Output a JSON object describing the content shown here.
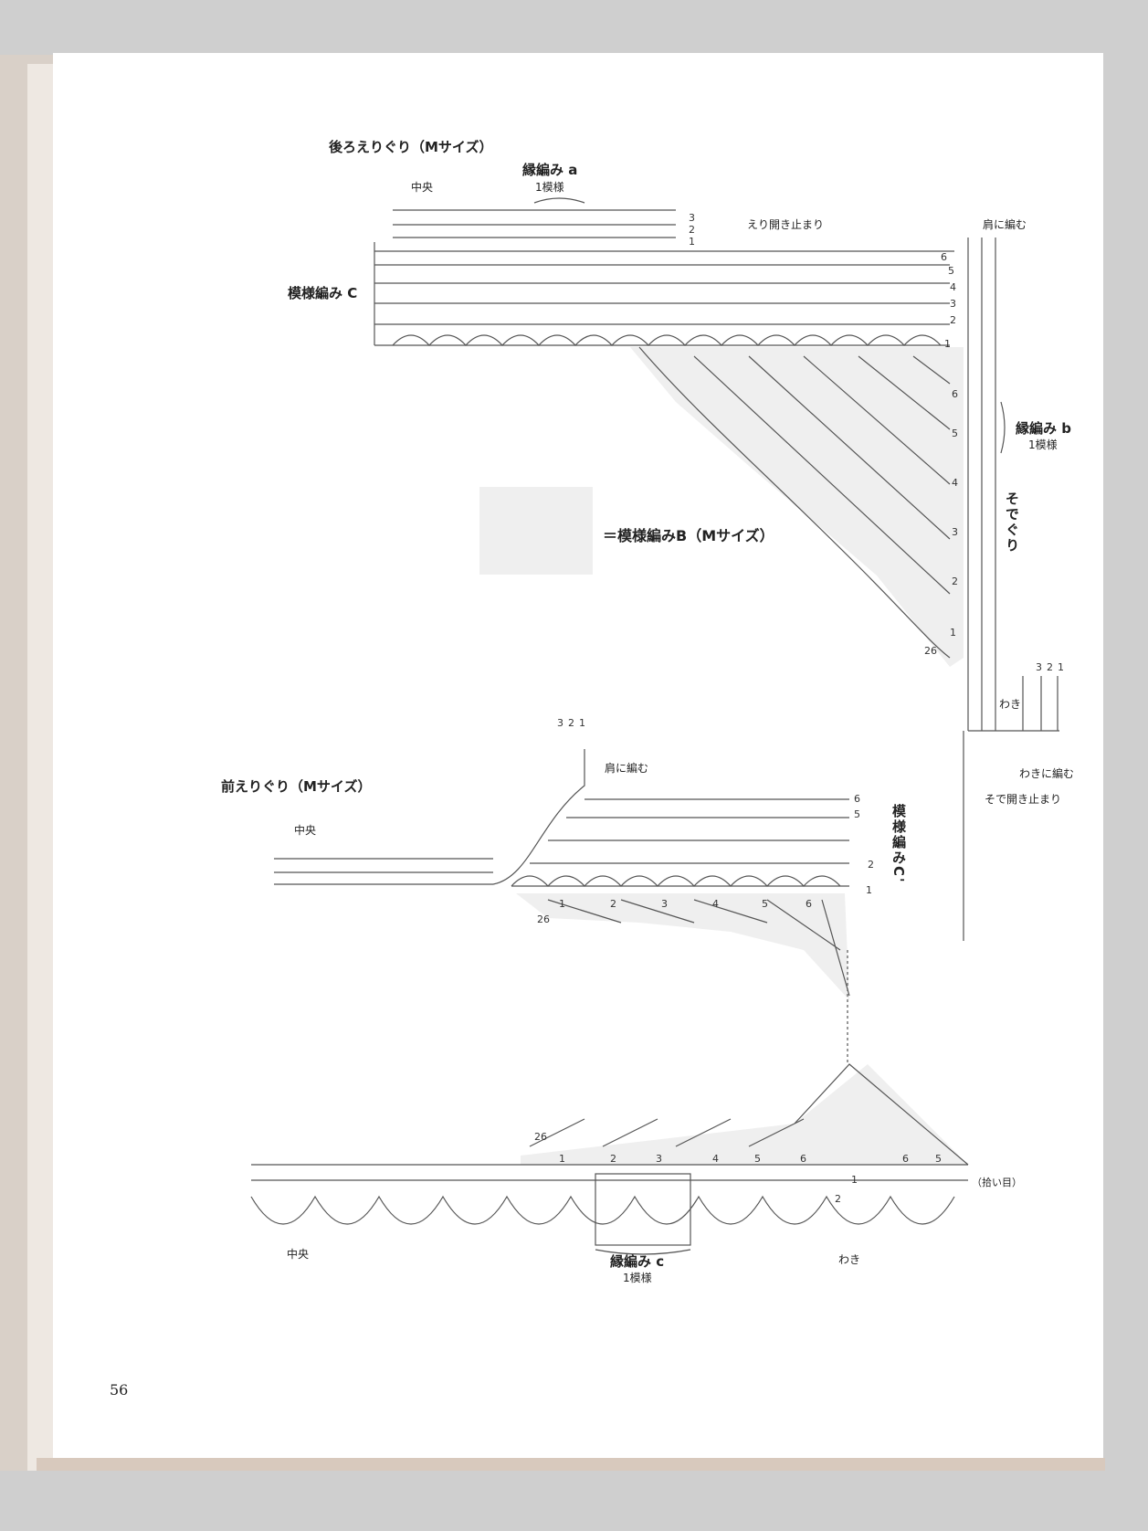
{
  "page_number": "56",
  "back_neckline": {
    "title": "後ろえりぐり（Mサイズ）",
    "edging_a": {
      "label": "縁編み a",
      "repeat": "1模様"
    },
    "center": "中央",
    "neck_opening_end": "えり開き止まり",
    "pattern_c": "模様編み C",
    "knit_to_shoulder": "肩に編む",
    "edging_b": {
      "label": "縁編み b",
      "repeat": "1模様"
    },
    "armhole": "そでぐり",
    "row_marks_top": [
      "3",
      "2",
      "1"
    ],
    "row_marks_c": [
      "6",
      "5",
      "4",
      "3",
      "2",
      "1"
    ],
    "row_marks_b": [
      "6",
      "5",
      "4",
      "3",
      "2",
      "1",
      "26"
    ]
  },
  "legend": {
    "text": "＝模様編みB（Mサイズ）",
    "swatch_color": "#efefef"
  },
  "side": {
    "label": "わき",
    "knit_to_side": "わきに編む",
    "sleeve_opening_end": "そで開き止まり",
    "rows": [
      "3",
      "2",
      "1"
    ]
  },
  "front_neckline": {
    "title": "前えりぐり（Mサイズ）",
    "center": "中央",
    "knit_to_shoulder": "肩に編む",
    "pattern_c_prime": "模様編みC'",
    "rows": [
      "3",
      "2",
      "1"
    ],
    "row_marks_c": [
      "6",
      "5",
      "2",
      "1"
    ],
    "row_marks_b": [
      "26",
      "1",
      "2",
      "3",
      "4",
      "5",
      "6"
    ]
  },
  "hem": {
    "row_marks_b": [
      "26",
      "1",
      "2",
      "3",
      "4",
      "5",
      "6",
      "6",
      "5"
    ],
    "pick_up": "（拾い目）",
    "center": "中央",
    "side": "わき",
    "edging_c": {
      "label": "縁編み c",
      "repeat": "1模様"
    },
    "rows": [
      "1",
      "2"
    ]
  },
  "colors": {
    "page": "#ffffff",
    "gutter": "#cfcfcf",
    "shaded": "#efefef",
    "ink": "#444444"
  }
}
